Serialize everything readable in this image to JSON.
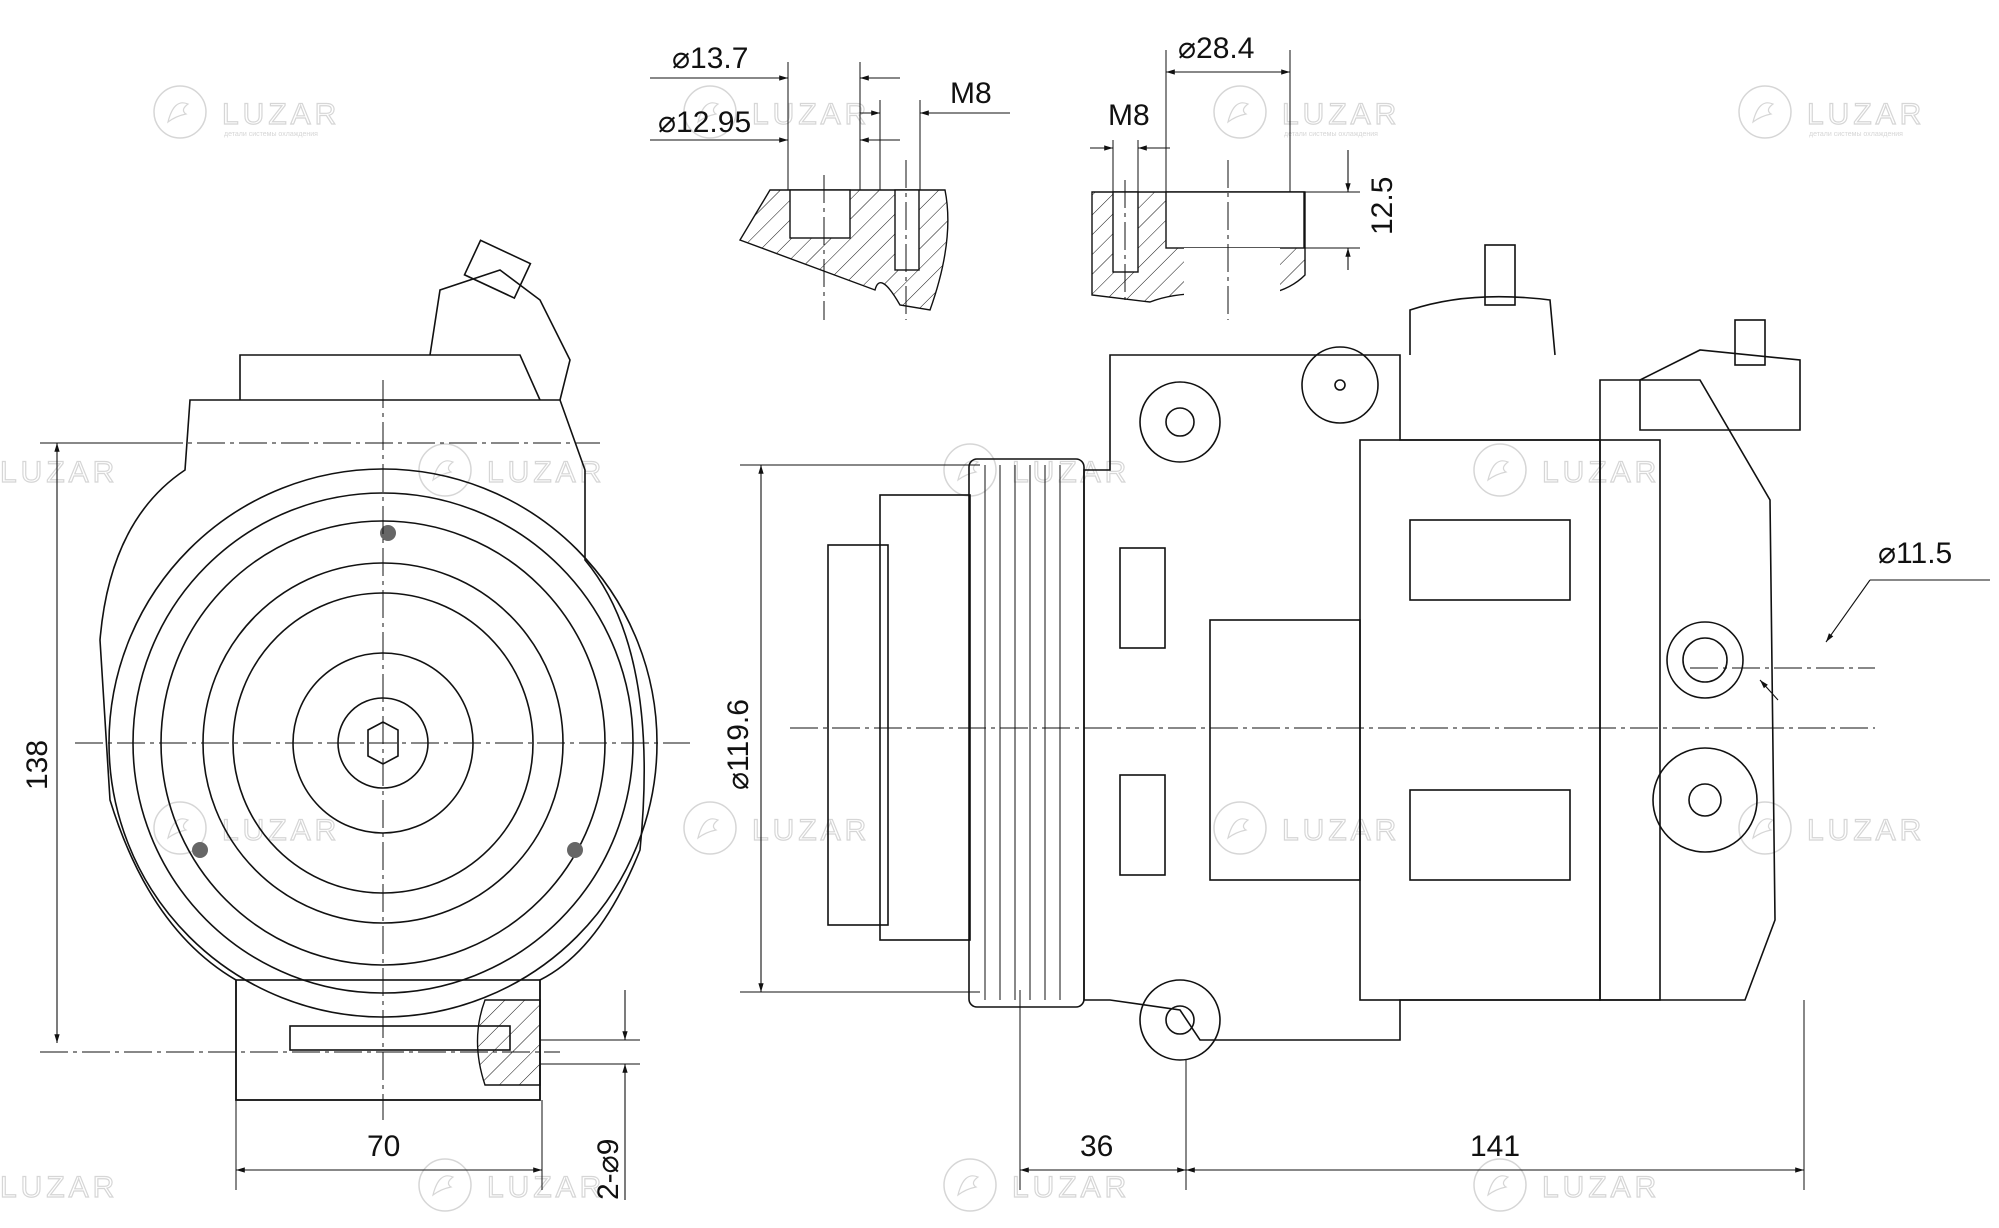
{
  "watermark": {
    "brand": "LUZAR",
    "tagline": "детали системы охлаждения"
  },
  "dimensions": {
    "bore_large": "⌀13.7",
    "bore_small": "⌀12.95",
    "thread_left_detail": "M8",
    "bore_right_detail": "⌀28.4",
    "thread_right_detail": "M8",
    "depth_right_detail": "12.5",
    "mount_hole": "⌀11.5",
    "pulley_diameter": "⌀119.6",
    "height": "138",
    "mount_width": "70",
    "mount_holes": "2-⌀9",
    "pulley_offset": "36",
    "body_length": "141"
  }
}
